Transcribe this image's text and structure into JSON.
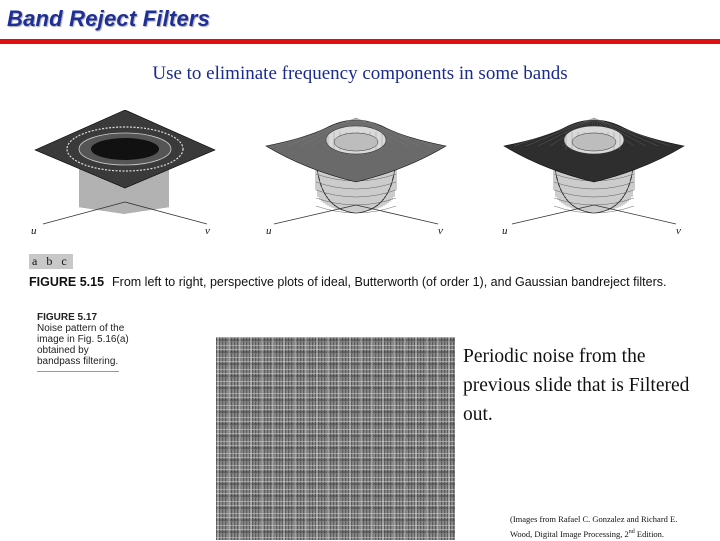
{
  "title": "Band Reject Filters",
  "subtitle": "Use to eliminate frequency components in some bands",
  "plots": [
    {
      "name": "ideal",
      "axis_u": "u",
      "axis_v": "v"
    },
    {
      "name": "butterworth",
      "axis_u": "u",
      "axis_v": "v"
    },
    {
      "name": "gaussian",
      "axis_u": "u",
      "axis_v": "v"
    }
  ],
  "panel_letters": "a b c",
  "figure_5_15": {
    "label": "FIGURE 5.15",
    "caption": "From left to right, perspective plots of ideal, Butterworth (of order 1), and Gaussian bandreject filters."
  },
  "figure_5_17": {
    "label": "FIGURE 5.17",
    "caption": "Noise pattern of the image in Fig. 5.16(a) obtained by bandpass filtering."
  },
  "description": "Periodic noise from the previous slide that is Filtered out.",
  "credit": {
    "line1": "(Images from Rafael C. Gonzalez and Richard E.",
    "line2a": "Wood, Digital Image Processing, 2",
    "line2_sup": "nd",
    "line2b": " Edition."
  },
  "colors": {
    "title": "#1f2f9a",
    "rule": "#e01010",
    "subtitle": "#1a2a90"
  }
}
